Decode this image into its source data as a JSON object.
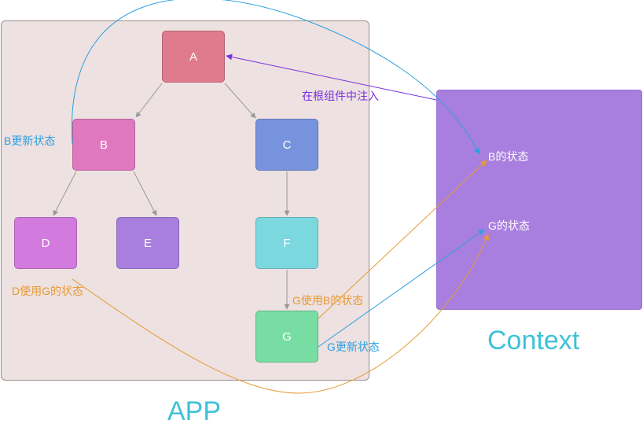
{
  "colors": {
    "app_bg": "#ede1e1",
    "context_bg": "#a87fde",
    "node_a": "#df7b8c",
    "node_b": "#df78bf",
    "node_c": "#7893dd",
    "node_d": "#d27ade",
    "node_e": "#a87fde",
    "node_f": "#7bd8de",
    "node_g": "#78dda3",
    "tree_arrow": "#999999",
    "inject_arrow": "#7a2fe0",
    "b_update": "#2f9fe0",
    "g_update": "#2f9fe0",
    "use_state": "#e79a34",
    "title": "#3fc1d8"
  },
  "nodes": {
    "a": "A",
    "b": "B",
    "c": "C",
    "d": "D",
    "e": "E",
    "f": "F",
    "g": "G"
  },
  "labels": {
    "inject": "在根组件中注入",
    "b_update": "B更新状态",
    "d_use_g": "D使用G的状态",
    "g_use_b": "G使用B的状态",
    "g_update": "G更新状态"
  },
  "context": {
    "title": "Context",
    "b_state": "B的状态",
    "g_state": "G的状态"
  },
  "app": {
    "title": "APP"
  }
}
